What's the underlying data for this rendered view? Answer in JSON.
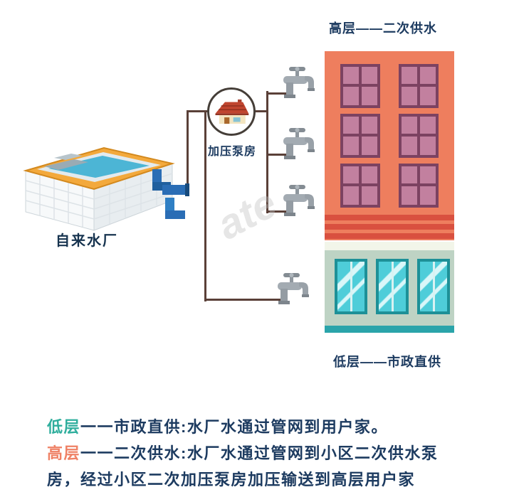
{
  "labels": {
    "highrise": "高层——二次供水",
    "lowrise": "低层——市政直供",
    "pump_house": "加压泵房",
    "water_plant": "自来水厂"
  },
  "caption": {
    "line1_term": "低层",
    "line1_rest": "一一市政直供:水厂水通过管网到用户家。",
    "line2_term": "高层",
    "line2_rest": "一一二次供水:水厂水通过管网到小区二次供水泵",
    "line3": "房，经过小区二次加压泵房加压输送到高层用户家"
  },
  "watermark": "ate",
  "colors": {
    "highrise_building": "#ee7e5e",
    "highrise_window_glass": "#c2809f",
    "highrise_window_frame": "#7c4261",
    "stripe_red": "#d9503f",
    "lowrise_building": "#bed3c4",
    "lowrise_window_glass": "#4ecdd9",
    "lowrise_window_frame": "#1d9097",
    "lowrise_base": "#2aa4aa",
    "pipe_brown": "#5a4038",
    "pipe_blue": "#2a6db5",
    "plant_rim_orange": "#f3a93c",
    "water_blue": "#4cb5d5",
    "roof_red": "#c0452f",
    "text_navy": "#1d3b60",
    "term_low_teal": "#2fae9d",
    "term_high_salmon": "#ef8165"
  }
}
